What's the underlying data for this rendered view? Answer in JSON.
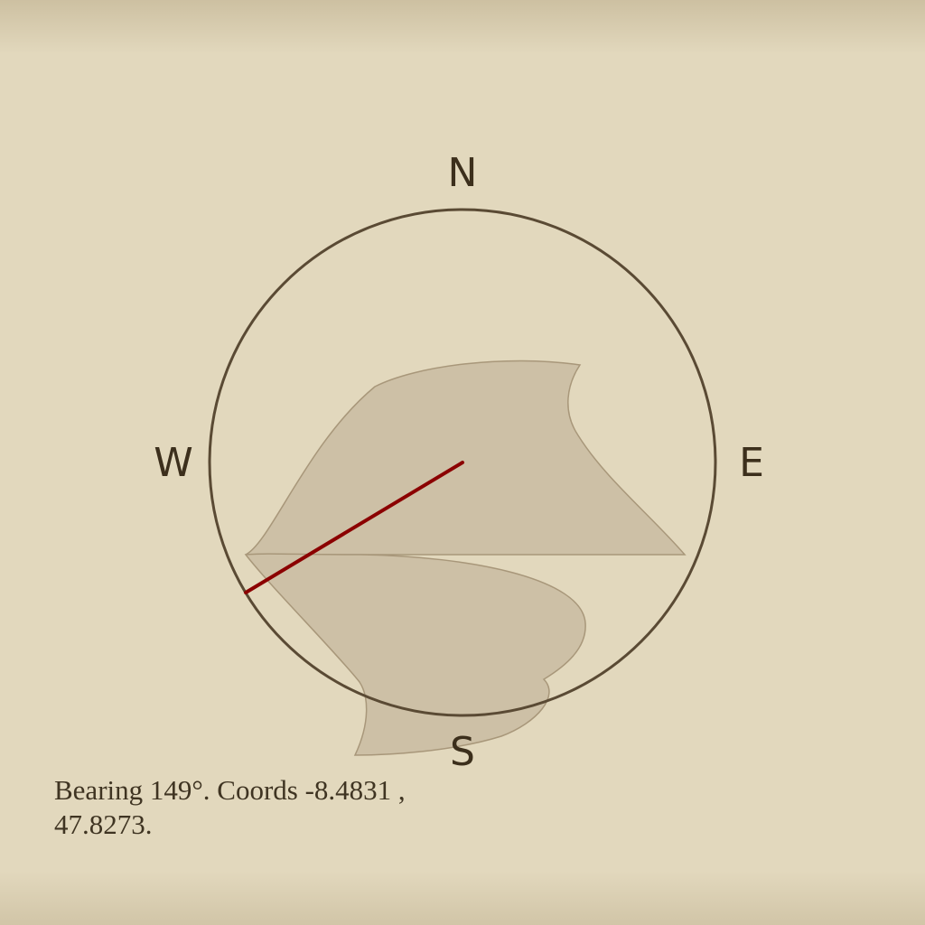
{
  "colors": {
    "background": "#e2d8bd",
    "ring": "#5a4a34",
    "landmass_fill": "#cdc0a6",
    "landmass_stroke": "#a8977a",
    "needle": "#8b0000",
    "text": "#3c2f1c"
  },
  "compass": {
    "labels": {
      "north": "N",
      "south": "S",
      "west": "W",
      "east": "E"
    },
    "needle_bearing_deg": 149,
    "needle_icon": "compass-needle"
  },
  "caption": {
    "text": "Bearing 149°. Coords -8.4831 , 47.8273."
  }
}
